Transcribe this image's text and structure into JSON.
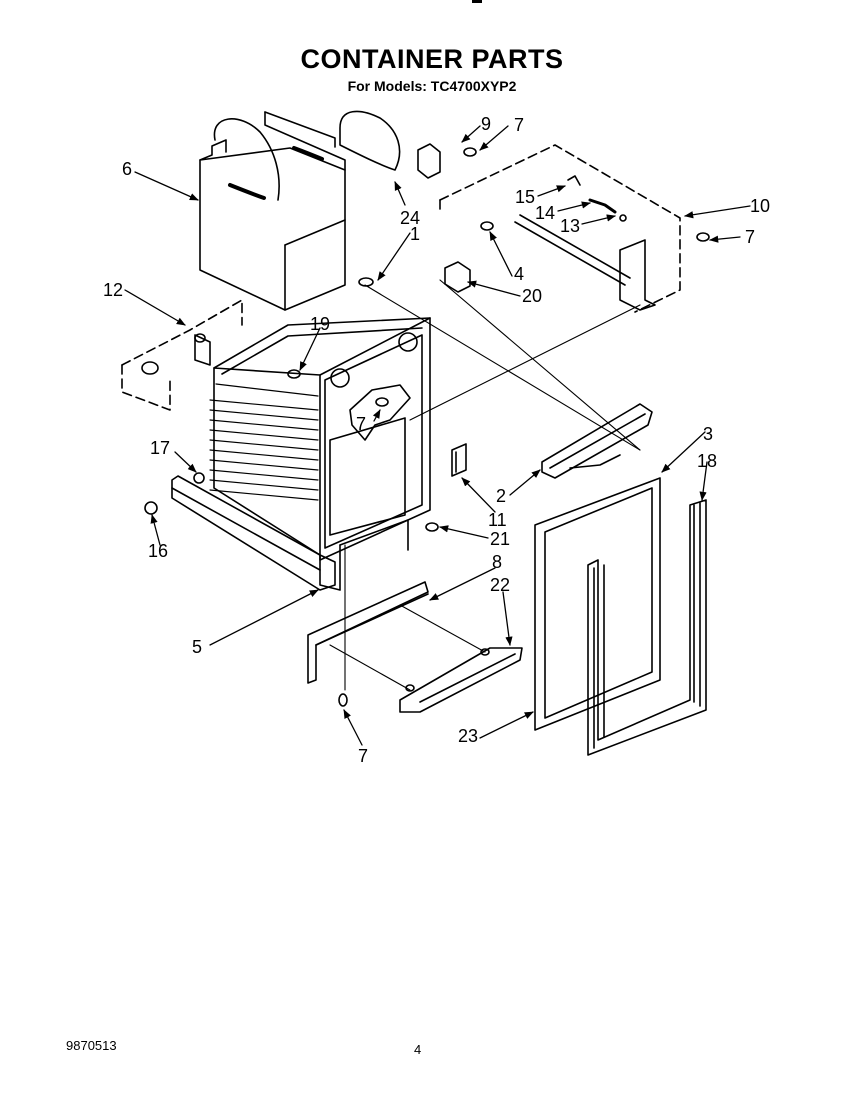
{
  "page": {
    "title": "CONTAINER PARTS",
    "subtitle": "For Models: TC4700XYP2",
    "doc_number": "9870513",
    "page_number": "4"
  },
  "callouts": [
    {
      "id": "c6",
      "text": "6"
    },
    {
      "id": "c24",
      "text": "24"
    },
    {
      "id": "c9",
      "text": "9"
    },
    {
      "id": "c7a",
      "text": "7"
    },
    {
      "id": "c10",
      "text": "10"
    },
    {
      "id": "c15",
      "text": "15"
    },
    {
      "id": "c14",
      "text": "14"
    },
    {
      "id": "c13",
      "text": "13"
    },
    {
      "id": "c7b",
      "text": "7"
    },
    {
      "id": "c1",
      "text": "1"
    },
    {
      "id": "c4",
      "text": "4"
    },
    {
      "id": "c20",
      "text": "20"
    },
    {
      "id": "c12",
      "text": "12"
    },
    {
      "id": "c19",
      "text": "19"
    },
    {
      "id": "c7c",
      "text": "7"
    },
    {
      "id": "c3",
      "text": "3"
    },
    {
      "id": "c18",
      "text": "18"
    },
    {
      "id": "c17",
      "text": "17"
    },
    {
      "id": "c2",
      "text": "2"
    },
    {
      "id": "c11",
      "text": "11"
    },
    {
      "id": "c16",
      "text": "16"
    },
    {
      "id": "c21",
      "text": "21"
    },
    {
      "id": "c8",
      "text": "8"
    },
    {
      "id": "c22",
      "text": "22"
    },
    {
      "id": "c5",
      "text": "5"
    },
    {
      "id": "c23",
      "text": "23"
    },
    {
      "id": "c7d",
      "text": "7"
    }
  ]
}
